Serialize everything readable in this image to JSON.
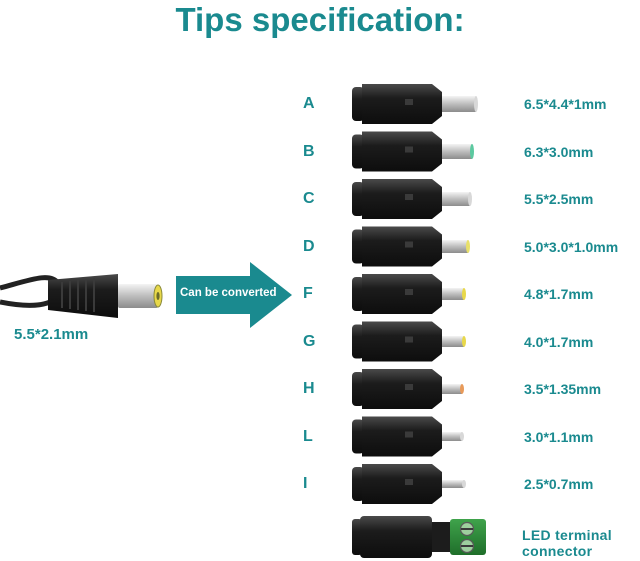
{
  "title": "Tips specification:",
  "source_plug": {
    "spec": "5.5*2.1mm"
  },
  "arrow": {
    "label": "Can be converted",
    "color": "#1a8a8f"
  },
  "tips": [
    {
      "letter": "A",
      "spec": "6.5*4.4*1mm",
      "pin_color": "#d8d8d8"
    },
    {
      "letter": "B",
      "spec": "6.3*3.0mm",
      "pin_color": "#5cc9a0"
    },
    {
      "letter": "C",
      "spec": "5.5*2.5mm",
      "pin_color": "#d8d8d8"
    },
    {
      "letter": "D",
      "spec": "5.0*3.0*1.0mm",
      "pin_color": "#e8e06a"
    },
    {
      "letter": "F",
      "spec": "4.8*1.7mm",
      "pin_color": "#e8d84a"
    },
    {
      "letter": "G",
      "spec": "4.0*1.7mm",
      "pin_color": "#e8d84a"
    },
    {
      "letter": "H",
      "spec": "3.5*1.35mm",
      "pin_color": "#e89a5a"
    },
    {
      "letter": "L",
      "spec": "3.0*1.1mm",
      "pin_color": "#d8d8d8"
    },
    {
      "letter": "I",
      "spec": "2.5*0.7mm",
      "pin_color": "#d8d8d8"
    }
  ],
  "terminal": {
    "label": "LED terminal connector",
    "block_color": "#2e8b3a"
  },
  "colors": {
    "accent": "#1a8a8f",
    "plug_body": "#1c1c1c"
  }
}
